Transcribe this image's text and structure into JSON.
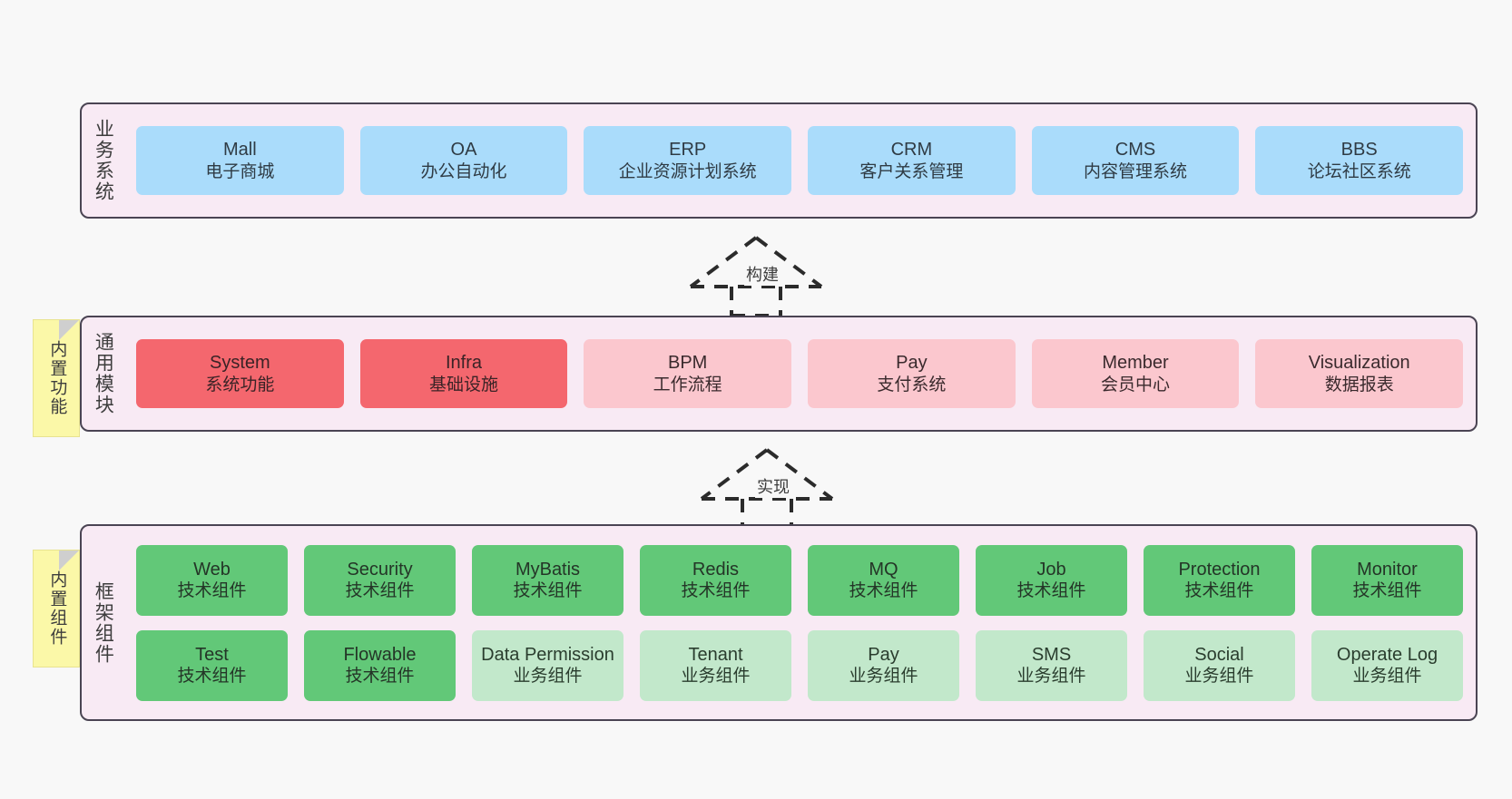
{
  "diagram": {
    "background": "#f8f8f8",
    "border_color": "#4a4453",
    "layer_bg": "#f8eaf4"
  },
  "layers": [
    {
      "id": "business",
      "title": "业务系统",
      "note": null,
      "rows": [
        {
          "cells": [
            {
              "en": "Mall",
              "cn": "电子商城",
              "color": "#aadcfb",
              "variant": "c-blue"
            },
            {
              "en": "OA",
              "cn": "办公自动化",
              "color": "#aadcfb",
              "variant": "c-blue"
            },
            {
              "en": "ERP",
              "cn": "企业资源计划系统",
              "color": "#aadcfb",
              "variant": "c-blue"
            },
            {
              "en": "CRM",
              "cn": "客户关系管理",
              "color": "#aadcfb",
              "variant": "c-blue"
            },
            {
              "en": "CMS",
              "cn": "内容管理系统",
              "color": "#aadcfb",
              "variant": "c-blue"
            },
            {
              "en": "BBS",
              "cn": "论坛社区系统",
              "color": "#aadcfb",
              "variant": "c-blue"
            }
          ]
        }
      ]
    },
    {
      "id": "common",
      "title": "通用模块",
      "note": "内置功能",
      "rows": [
        {
          "cells": [
            {
              "en": "System",
              "cn": "系统功能",
              "color": "#f4676e",
              "variant": "c-red"
            },
            {
              "en": "Infra",
              "cn": "基础设施",
              "color": "#f4676e",
              "variant": "c-red"
            },
            {
              "en": "BPM",
              "cn": "工作流程",
              "color": "#fbc7ce",
              "variant": "c-pink"
            },
            {
              "en": "Pay",
              "cn": "支付系统",
              "color": "#fbc7ce",
              "variant": "c-pink"
            },
            {
              "en": "Member",
              "cn": "会员中心",
              "color": "#fbc7ce",
              "variant": "c-pink"
            },
            {
              "en": "Visualization",
              "cn": "数据报表",
              "color": "#fbc7ce",
              "variant": "c-pink"
            }
          ]
        }
      ]
    },
    {
      "id": "framework",
      "title": "框架组件",
      "note": "内置组件",
      "rows": [
        {
          "cells": [
            {
              "en": "Web",
              "cn": "技术组件",
              "color": "#62c878",
              "variant": "c-green"
            },
            {
              "en": "Security",
              "cn": "技术组件",
              "color": "#62c878",
              "variant": "c-green"
            },
            {
              "en": "MyBatis",
              "cn": "技术组件",
              "color": "#62c878",
              "variant": "c-green"
            },
            {
              "en": "Redis",
              "cn": "技术组件",
              "color": "#62c878",
              "variant": "c-green"
            },
            {
              "en": "MQ",
              "cn": "技术组件",
              "color": "#62c878",
              "variant": "c-green"
            },
            {
              "en": "Job",
              "cn": "技术组件",
              "color": "#62c878",
              "variant": "c-green"
            },
            {
              "en": "Protection",
              "cn": "技术组件",
              "color": "#62c878",
              "variant": "c-green"
            },
            {
              "en": "Monitor",
              "cn": "技术组件",
              "color": "#62c878",
              "variant": "c-green"
            }
          ]
        },
        {
          "cells": [
            {
              "en": "Test",
              "cn": "技术组件",
              "color": "#62c878",
              "variant": "c-green"
            },
            {
              "en": "Flowable",
              "cn": "技术组件",
              "color": "#62c878",
              "variant": "c-green"
            },
            {
              "en": "Data Permission",
              "cn": "业务组件",
              "color": "#c2e8cb",
              "variant": "c-greenlight"
            },
            {
              "en": "Tenant",
              "cn": "业务组件",
              "color": "#c2e8cb",
              "variant": "c-greenlight"
            },
            {
              "en": "Pay",
              "cn": "业务组件",
              "color": "#c2e8cb",
              "variant": "c-greenlight"
            },
            {
              "en": "SMS",
              "cn": "业务组件",
              "color": "#c2e8cb",
              "variant": "c-greenlight"
            },
            {
              "en": "Social",
              "cn": "业务组件",
              "color": "#c2e8cb",
              "variant": "c-greenlight"
            },
            {
              "en": "Operate Log",
              "cn": "业务组件",
              "color": "#c2e8cb",
              "variant": "c-greenlight"
            }
          ]
        }
      ]
    }
  ],
  "connectors": [
    {
      "id": "build",
      "label": "构建",
      "style": "dashed-hollow-triangle",
      "direction": "up"
    },
    {
      "id": "impl",
      "label": "实现",
      "style": "dashed-hollow-triangle",
      "direction": "up"
    }
  ]
}
